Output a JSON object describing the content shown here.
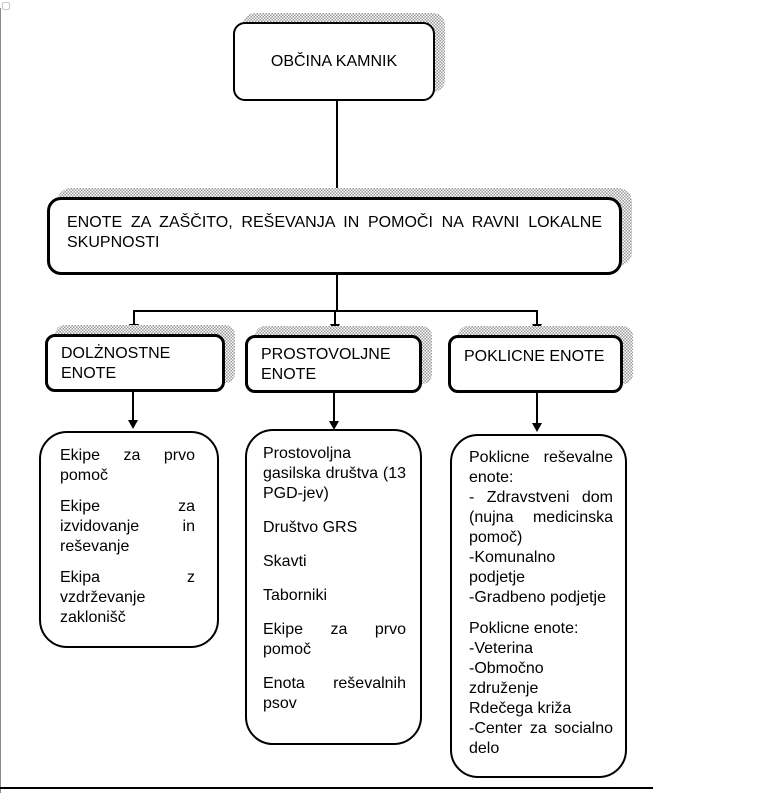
{
  "colors": {
    "background": "#ffffff",
    "line": "#000000",
    "text": "#000000",
    "shadow": "#9a9a9a"
  },
  "diagram": {
    "root": {
      "label": "OBČINA KAMNIK"
    },
    "level2": {
      "lines": [
        "ENOTE ZA ZAŠČITO, REŠEVANJA IN POMOČI NA RAVNI LOKALNE",
        "SKUPNOSTI"
      ]
    },
    "branches": [
      {
        "id": "dolznostne",
        "title_lines": [
          "DOLŻNOSTNE",
          "ENOTE"
        ],
        "items": [
          [
            "Ekipe za prvo",
            "pomoč"
          ],
          [
            "Ekipe za",
            "izvidovanje in",
            "reševanje"
          ],
          [
            "Ekipa z vzdrževanje",
            "zaklonišč"
          ]
        ]
      },
      {
        "id": "prostovoljne",
        "title_lines": [
          "PROSTOVOLJNE",
          "ENOTE"
        ],
        "items": [
          [
            "Prostovoljna",
            "gasilska društva (13",
            "PGD-jev)"
          ],
          [
            "Društvo GRS"
          ],
          [
            "Skavti"
          ],
          [
            "Taborniki"
          ],
          [
            "Ekipe za prvo",
            "pomoč"
          ],
          [
            "Enota reševalnih",
            "psov"
          ]
        ]
      },
      {
        "id": "poklicne",
        "title_lines": [
          "POKLICNE ENOTE"
        ],
        "groups": [
          [
            [
              "Poklicne reševalne",
              "enote:"
            ],
            [
              "- Zdravstveni dom",
              "(nujna medicinska",
              "pomoč)"
            ],
            [
              "-Komunalno",
              "podjetje"
            ],
            [
              "-Gradbeno podjetje"
            ]
          ],
          [
            [
              "Poklicne enote:"
            ],
            [
              "-Veterina"
            ],
            [
              "-Območno",
              "združenje",
              "Rdečega križa"
            ],
            [
              "-Center za socialno",
              "delo"
            ]
          ]
        ]
      }
    ]
  }
}
